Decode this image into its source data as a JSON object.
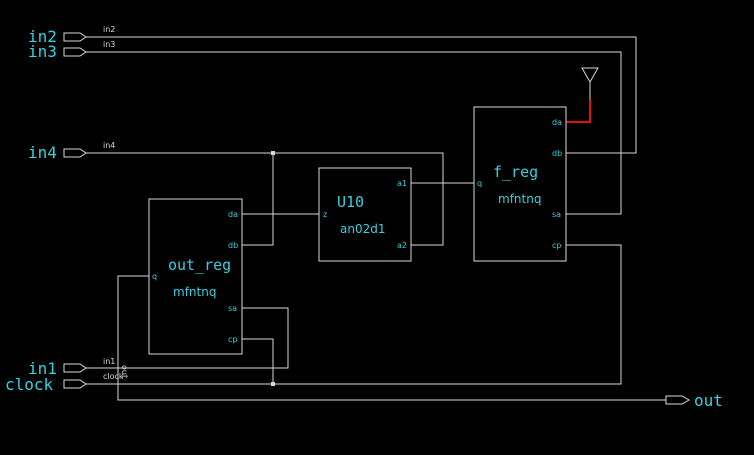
{
  "ports": {
    "in2": "in2",
    "in3": "in3",
    "in4": "in4",
    "in1": "in1",
    "clock": "clock",
    "out": "out"
  },
  "nets": {
    "in2": "in2",
    "in3": "in3",
    "in4": "in4",
    "in1": "in1",
    "clock": "clock",
    "out": "out"
  },
  "instances": {
    "out_reg": {
      "name": "out_reg",
      "cell": "mfntnq",
      "pins": {
        "da": "da",
        "db": "db",
        "sa": "sa",
        "cp": "cp",
        "q": "q"
      }
    },
    "u10": {
      "name": "U10",
      "cell": "an02d1",
      "pins": {
        "z": "z",
        "a1": "a1",
        "a2": "a2"
      }
    },
    "f_reg": {
      "name": "f_reg",
      "cell": "mfntnq",
      "pins": {
        "da": "da",
        "db": "db",
        "sa": "sa",
        "cp": "cp",
        "q": "q"
      }
    }
  },
  "colors": {
    "background": "#000000",
    "wire": "#d8d8d8",
    "label": "#38d0e0",
    "tie_off": "#e01010"
  }
}
